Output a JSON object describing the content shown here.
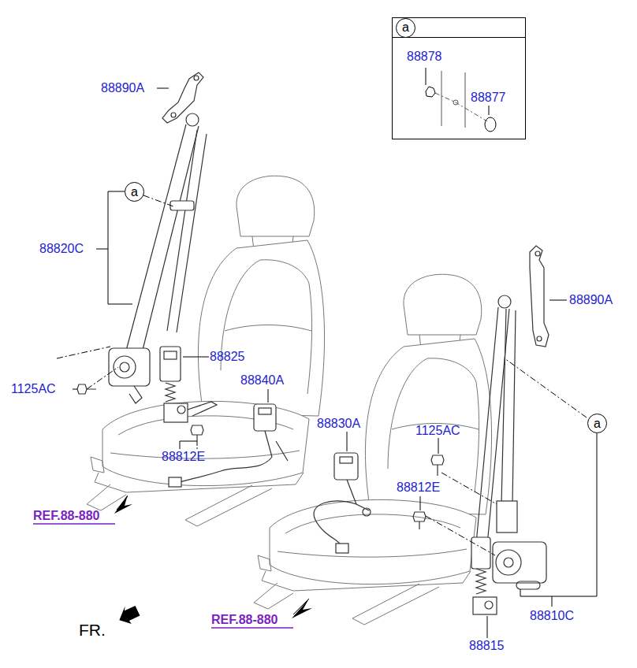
{
  "diagram": {
    "nodes": [
      {
        "text": [
          "a"
        ]
      },
      {
        "text": [
          "a"
        ]
      },
      {
        "text": [
          "a"
        ]
      }
    ],
    "labels": [
      "88890A",
      "88878",
      "88877",
      "88820C",
      "88890A",
      "1125AC",
      "88825",
      "88840A",
      "88812E",
      "88830A",
      "1125AC",
      "88812E",
      "REF.88-880",
      "88810C",
      "REF.88-880",
      "FR.",
      "88815"
    ]
  }
}
